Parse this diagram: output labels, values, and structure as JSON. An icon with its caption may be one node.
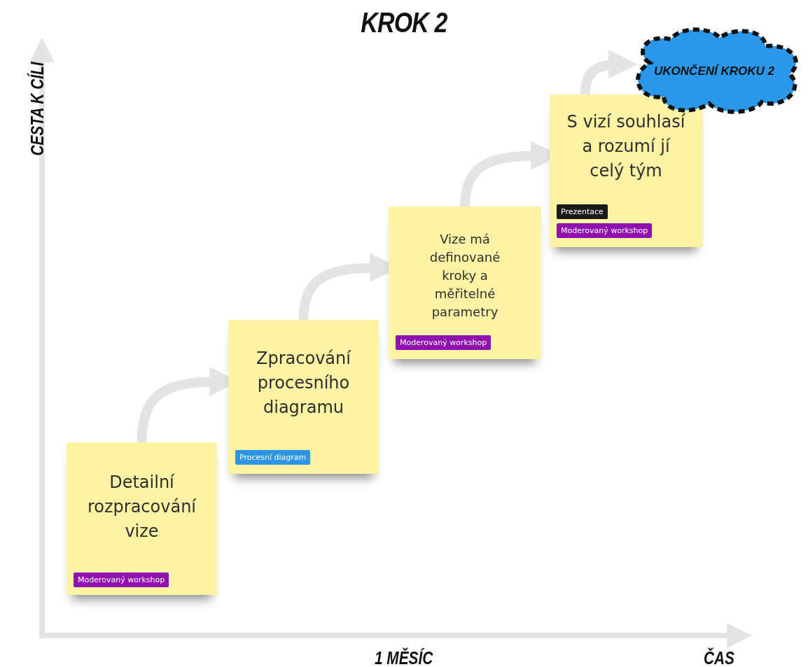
{
  "diagram": {
    "title": "KROK 2",
    "nodes": [
      {
        "text": [
          "Detailní rozpracování vize"
        ]
      },
      {
        "text": [
          "Moderovaný workshop"
        ],
        "in": 0
      },
      {
        "text": [
          "Zpracování procesního diagramu"
        ]
      },
      {
        "text": [
          "Procesní diagram"
        ],
        "in": 2
      },
      {
        "text": [
          "Vize má definované kroky a měřitelné parametry"
        ]
      },
      {
        "text": [
          "Moderovaný workshop"
        ],
        "in": 4
      },
      {
        "text": [
          "S vizí souhlasí a rozumí jí celý tým"
        ]
      },
      {
        "text": [
          "Prezentace"
        ],
        "in": 6
      },
      {
        "text": [
          "Moderovaný workshop"
        ],
        "in": 6
      },
      {
        "text": [
          "UKONČENÍ KROKU 2"
        ]
      }
    ],
    "edges": [
      {
        "from": 0,
        "to": 2,
        "arrow": "to"
      },
      {
        "from": 2,
        "to": 4,
        "arrow": "to"
      },
      {
        "from": 4,
        "to": 6,
        "arrow": "to"
      },
      {
        "from": 6,
        "to": 9,
        "arrow": "to"
      }
    ],
    "labels": [
      "CESTA K CÍLI",
      "1 MĚSÍC",
      "ČAS"
    ]
  }
}
